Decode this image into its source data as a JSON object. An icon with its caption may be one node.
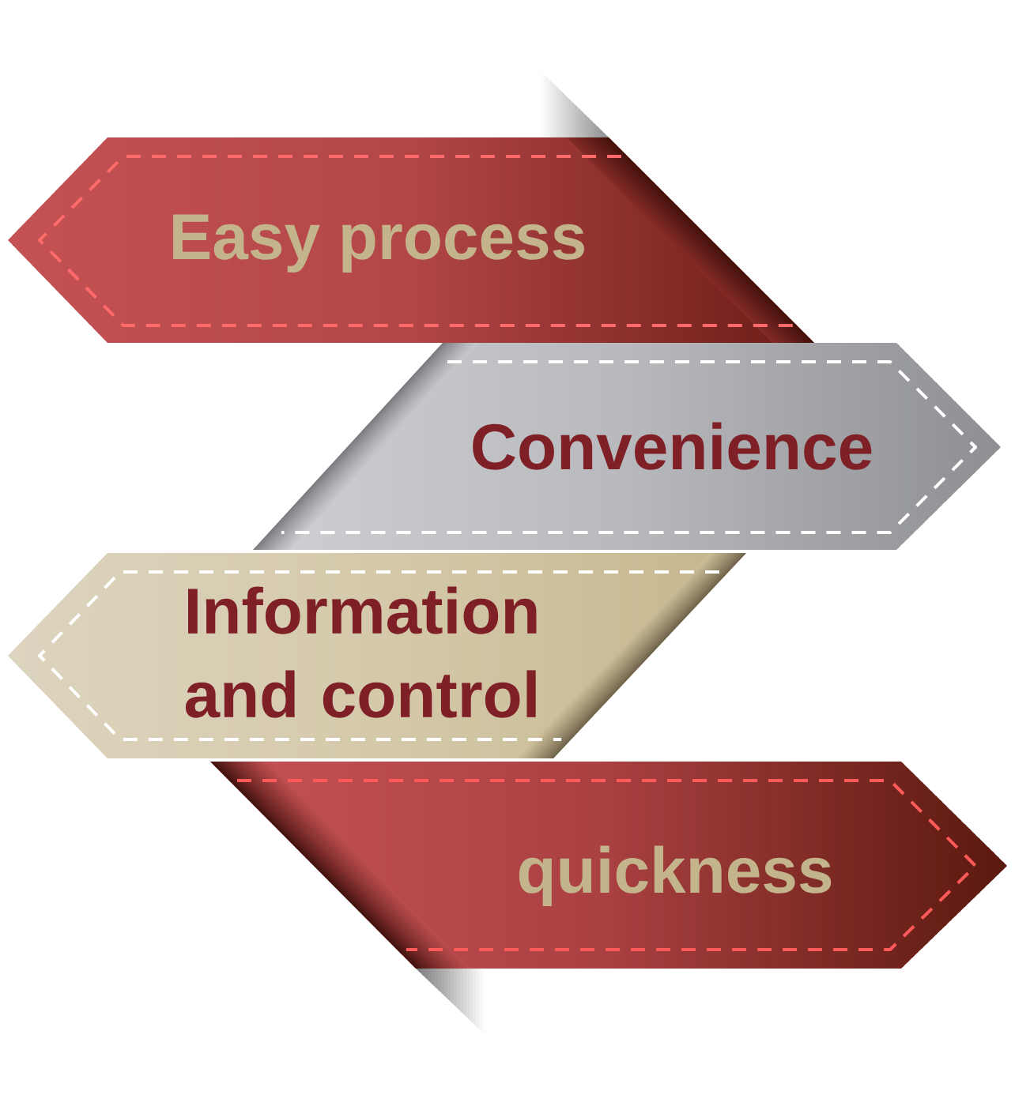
{
  "diagram": {
    "nodes": [
      {
        "text": [
          "Easy process"
        ]
      },
      {
        "text": [
          "Convenience"
        ]
      },
      {
        "text": [
          "Information and control"
        ]
      },
      {
        "text": [
          "quickness"
        ]
      }
    ]
  }
}
